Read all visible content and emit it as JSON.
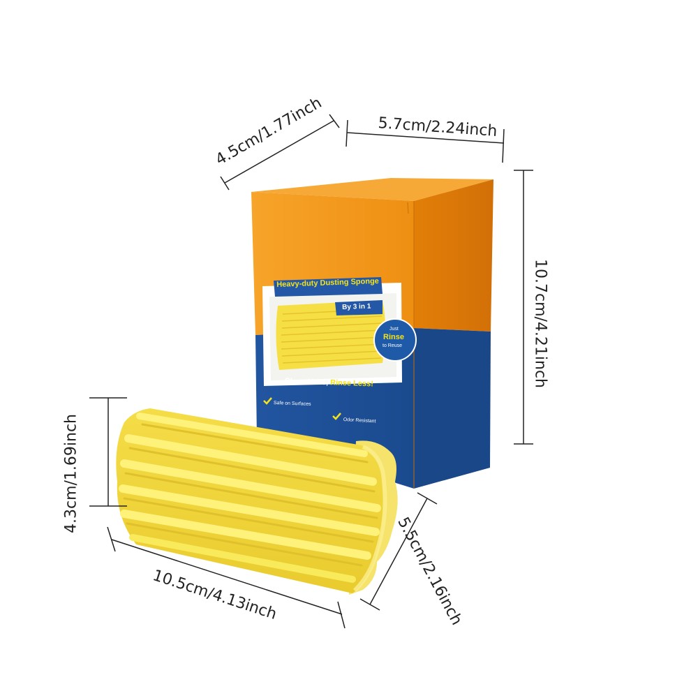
{
  "dimensions": {
    "box_depth": "4.5cm/1.77inch",
    "box_width": "5.7cm/2.24inch",
    "box_height": "10.7cm/4.21inch",
    "sponge_height": "4.3cm/1.69inch",
    "sponge_length": "10.5cm/4.13inch",
    "sponge_width": "5.5cm/2.16inch"
  },
  "box": {
    "title": "Heavy-duty Dusting Sponge",
    "subtitle": "By 3 in 1",
    "badge_line1": "Just",
    "badge_line2": "Rinse",
    "badge_line3": "to Reuse",
    "slogan_part1": "Clean More, ",
    "slogan_part2": "Rinse Less!",
    "feature1": "Safe on Surfaces",
    "feature2": "Odor Resistant"
  },
  "colors": {
    "box_orange": "#f39a1e",
    "box_blue": "#1d4f97",
    "sponge_yellow": "#f7e24a",
    "accent_yellow": "#f4e31c"
  }
}
